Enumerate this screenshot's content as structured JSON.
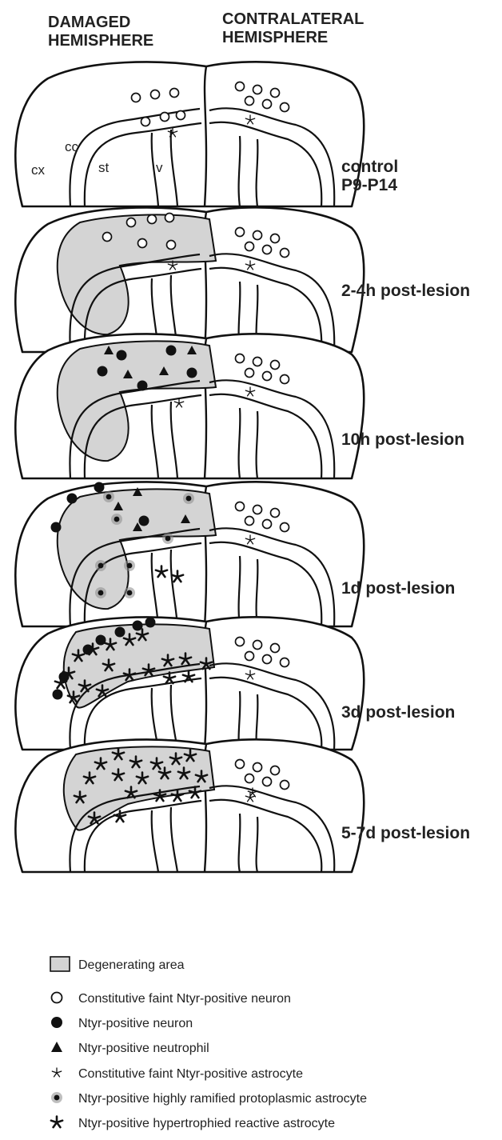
{
  "headers": {
    "damaged": [
      "DAMAGED",
      "HEMISPHERE"
    ],
    "contralateral": [
      "CONTRALATERAL",
      "HEMISPHERE"
    ]
  },
  "anatomy_labels": {
    "cx": "cx",
    "cc": "cc",
    "st": "st",
    "v": "v"
  },
  "panels": [
    {
      "label_lines": [
        "control",
        "P9-P14"
      ],
      "degenerating": false
    },
    {
      "label_lines": [
        "2-4h post-lesion"
      ],
      "degenerating": true
    },
    {
      "label_lines": [
        "10h post-lesion"
      ],
      "degenerating": true
    },
    {
      "label_lines": [
        "1d post-lesion"
      ],
      "degenerating": true
    },
    {
      "label_lines": [
        "3d post-lesion"
      ],
      "degenerating": true
    },
    {
      "label_lines": [
        "5-7d post-lesion"
      ],
      "degenerating": true
    }
  ],
  "legend": [
    {
      "symbol": "grey-square-icon",
      "text": "Degenerating area"
    },
    {
      "symbol": "open-circle-icon",
      "text": "Constitutive faint Ntyr-positive neuron"
    },
    {
      "symbol": "filled-circle-icon",
      "text": "Ntyr-positive neuron"
    },
    {
      "symbol": "triangle-icon",
      "text": "Ntyr-positive neutrophil"
    },
    {
      "symbol": "thin-star-icon",
      "text": "Constitutive faint Ntyr-positive astrocyte"
    },
    {
      "symbol": "ramified-dot-icon",
      "text": "Ntyr-positive highly ramified protoplasmic astrocyte"
    },
    {
      "symbol": "bold-star-icon",
      "text": "Ntyr-positive hypertrophied reactive astrocyte"
    }
  ]
}
